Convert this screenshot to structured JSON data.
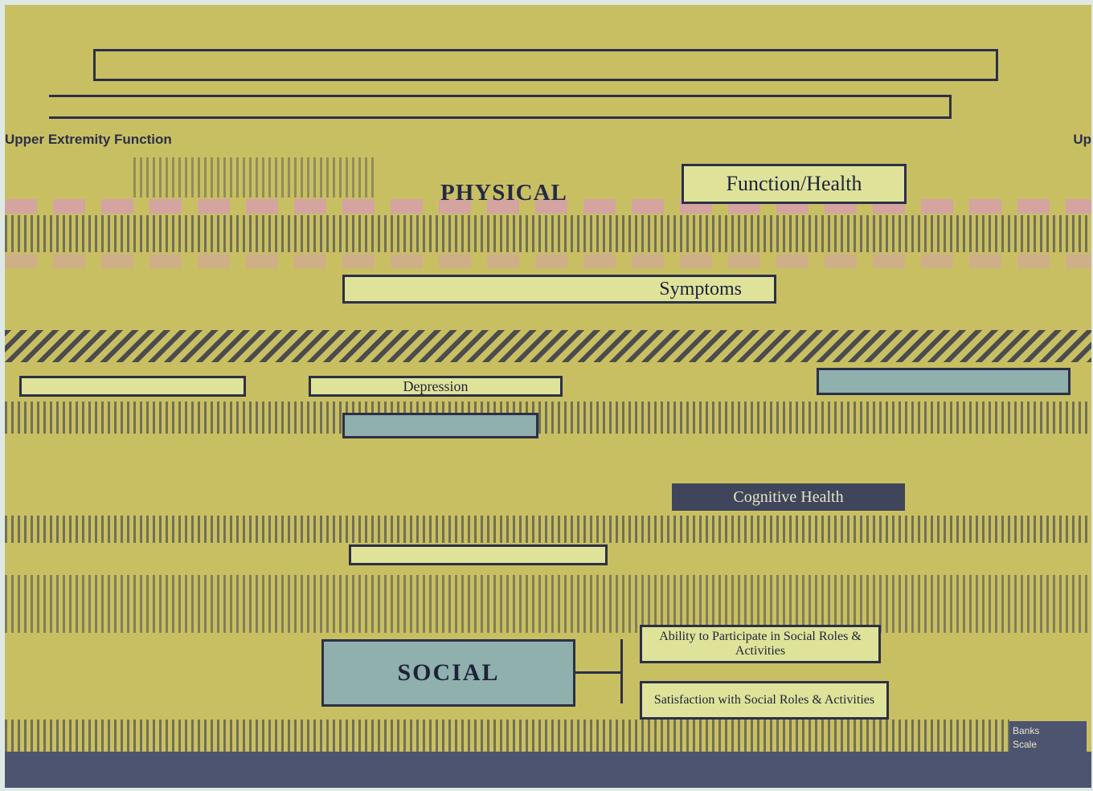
{
  "title": "",
  "corner_left": "Upper Extremity Function",
  "corner_right": "Up",
  "domains": {
    "physical": "PHYSICAL",
    "social": "SOCIAL"
  },
  "boxes": {
    "function_health": "Function/Health",
    "symptoms": "Symptoms",
    "depression": "Depression",
    "cognitive_health": "Cognitive Health",
    "social_roles": "Ability to Participate in Social Roles & Activities",
    "social_satisfaction": "Satisfaction with Social Roles & Activities"
  },
  "footer": {
    "left": "",
    "right_lines": [
      "Banks",
      "Scale",
      ""
    ]
  }
}
